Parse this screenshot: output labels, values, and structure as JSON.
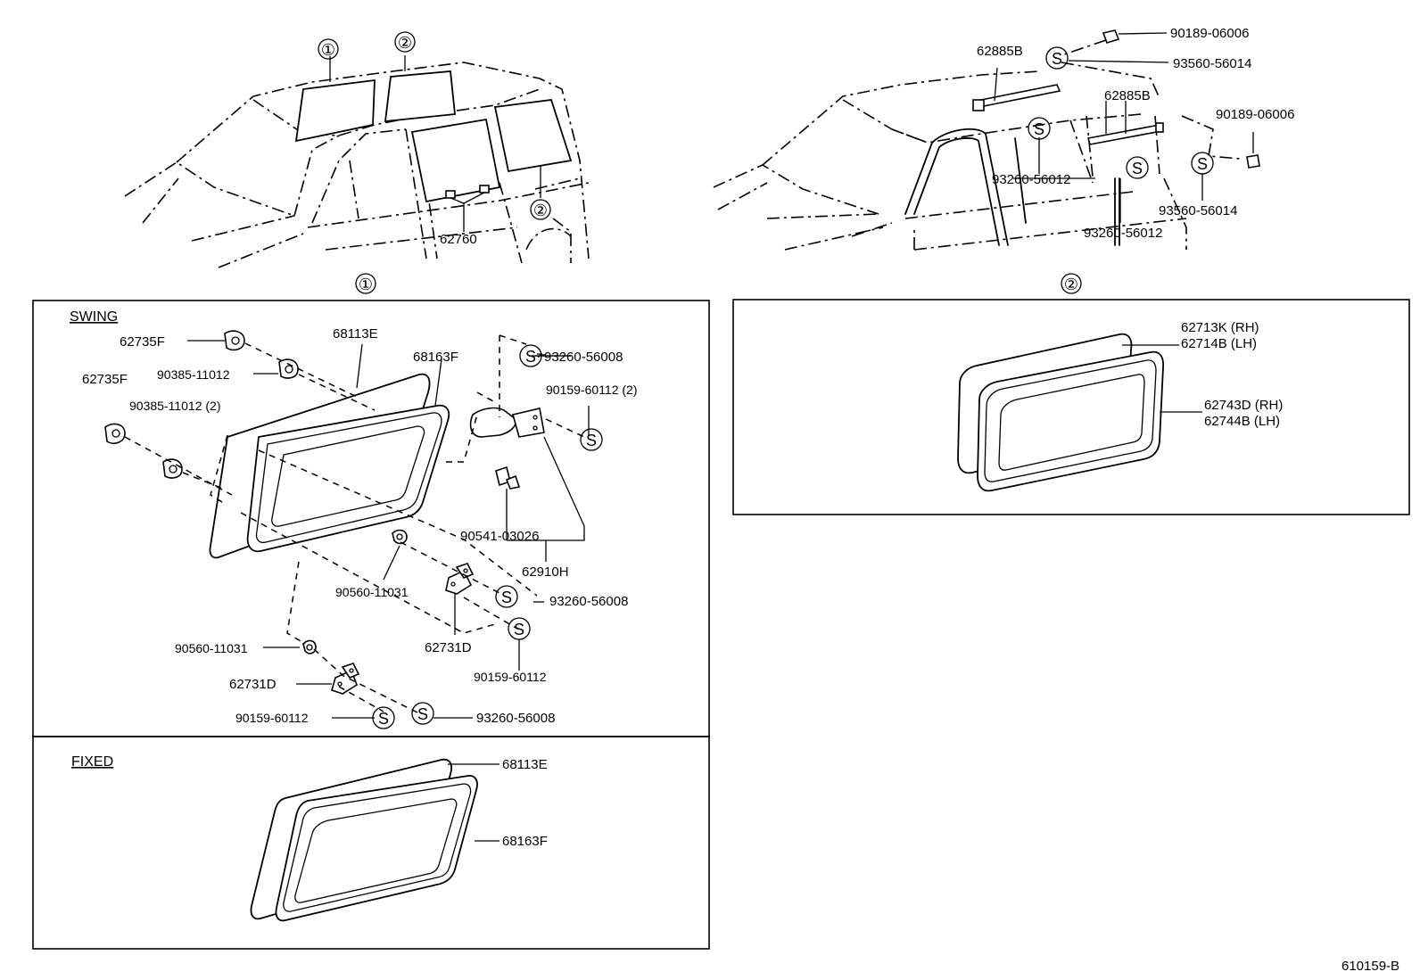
{
  "diagram": {
    "callouts": {
      "circle_1": "①",
      "circle_2": "②",
      "s_mark": "S"
    },
    "top_left": {
      "ref_1": "①",
      "ref_2": "②",
      "ref_2b": "②",
      "part_62760": "62760"
    },
    "top_right": {
      "p_62885B_a": "62885B",
      "p_62885B_b": "62885B",
      "p_90189_a": "90189-06006",
      "p_93560_a": "93560-56014",
      "p_90189_b": "90189-06006",
      "p_93260_a": "93260-56012",
      "p_93560_b": "93560-56014",
      "p_93260_b": "93260-56012"
    },
    "section_1": {
      "title_circle": "①",
      "swing": {
        "title": "SWING",
        "p_62735F_a": "62735F",
        "p_62735F_b": "62735F",
        "p_90385_a": "90385-11012",
        "p_90385_b": "90385-11012 (2)",
        "p_68113E": "68113E",
        "p_68163F": "68163F",
        "p_93260_56008_a": "93260-56008",
        "p_90159_60112_a": "90159-60112 (2)",
        "p_90541": "90541-03026",
        "p_62910H": "62910H",
        "p_90560_a": "90560-11031",
        "p_93260_56008_b": "93260-56008",
        "p_90159_60112_b": "90159-60112",
        "p_62731D_a": "62731D",
        "p_90560_b": "90560-11031",
        "p_62731D_b": "62731D",
        "p_90159_60112_c": "90159-60112",
        "p_93260_56008_c": "93260-56008"
      },
      "fixed": {
        "title": "FIXED",
        "p_68113E": "68113E",
        "p_68163F": "68163F"
      }
    },
    "section_2": {
      "title_circle": "②",
      "p_62713K": "62713K (RH)",
      "p_62714B": "62714B (LH)",
      "p_62743D": "62743D (RH)",
      "p_62744B": "62744B (LH)"
    },
    "code": "610159-B"
  }
}
